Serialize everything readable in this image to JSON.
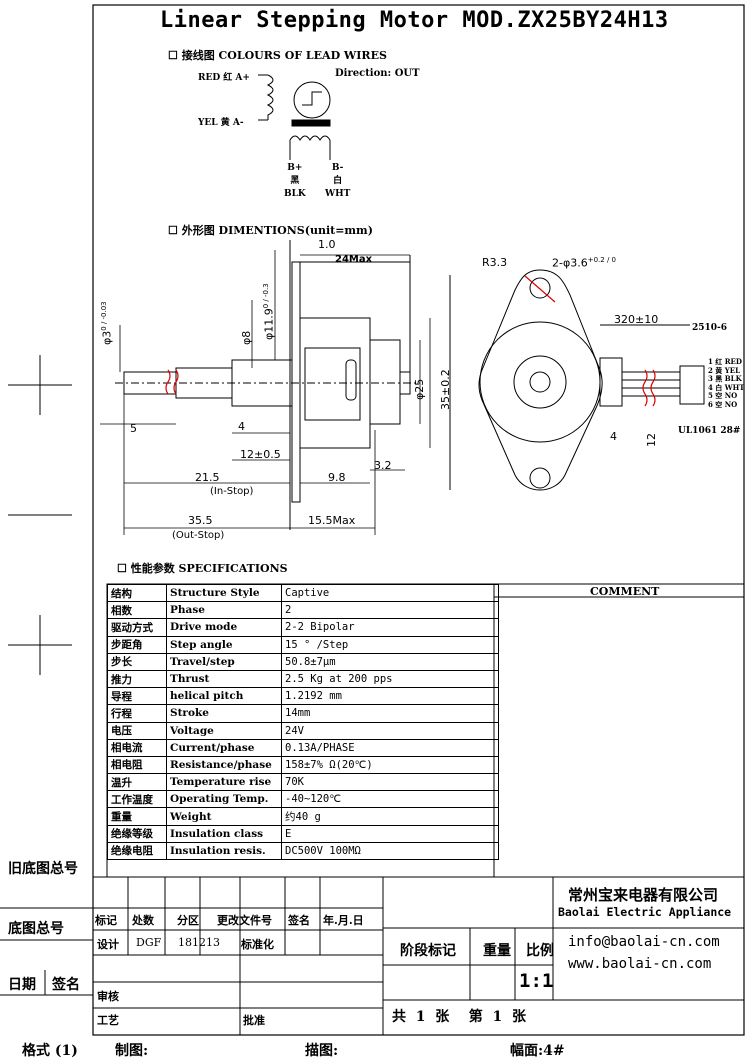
{
  "title": "Linear Stepping Motor MOD.ZX25BY24H13",
  "sections": {
    "wires": "接线图 COLOURS OF LEAD WIRES",
    "dimensions": "外形图 DIMENTIONS(unit=mm)",
    "specs": "性能参数 SPECIFICATIONS"
  },
  "wiring": {
    "red": "RED 红  A+",
    "yel": "YEL 黄  A-",
    "direction": "Direction: OUT",
    "bplus": "B+",
    "bplus_cn": "黑",
    "bplus_en": "BLK",
    "bminus": "B-",
    "bminus_cn": "白",
    "bminus_en": "WHT"
  },
  "dims": {
    "d1": "1.0",
    "d24": "24Max",
    "r33": "R3.3",
    "holes": "2-φ3.6",
    "holes_tol": "+0.2 / 0",
    "len320": "320±10",
    "conn": "2510-6",
    "phi3": "φ3",
    "phi3_tol": "0 / -0.03",
    "phi8": "φ8",
    "phi119": "φ11.9",
    "phi119_tol": "0 / -0.3",
    "phi25": "φ25",
    "h35": "35±0.2",
    "d5": "5",
    "d4": "4",
    "d12": "12±0.5",
    "d215": "21.5",
    "instop": "(In-Stop)",
    "d98": "9.8",
    "d32": "3.2",
    "d355": "35.5",
    "outstop": "(Out-Stop)",
    "d155": "15.5Max",
    "d4b": "4",
    "d12b": "12",
    "ul": "UL1061 28#",
    "pins": [
      "1 红 RED",
      "2 黄 YEL",
      "3 黑 BLK",
      "4 白 WHT",
      "5 空 NO",
      "6 空 NO"
    ]
  },
  "specs": [
    {
      "cn": "结构",
      "en": "Structure Style",
      "val": "Captive"
    },
    {
      "cn": "相数",
      "en": "Phase",
      "val": "2"
    },
    {
      "cn": "驱动方式",
      "en": "Drive mode",
      "val": "2-2 Bipolar"
    },
    {
      "cn": "步距角",
      "en": "Step angle",
      "val": "15 ° /Step"
    },
    {
      "cn": "步长",
      "en": "Travel/step",
      "val": "50.8±7μm"
    },
    {
      "cn": "推力",
      "en": "Thrust",
      "val": "2.5 Kg at 200 pps"
    },
    {
      "cn": "导程",
      "en": "helical pitch",
      "val": "1.2192 mm"
    },
    {
      "cn": "行程",
      "en": "Stroke",
      "val": "14mm"
    },
    {
      "cn": "电压",
      "en": "Voltage",
      "val": "24V"
    },
    {
      "cn": "相电流",
      "en": "Current/phase",
      "val": "0.13A/PHASE"
    },
    {
      "cn": "相电阻",
      "en": "Resistance/phase",
      "val": "158±7% Ω(20℃)"
    },
    {
      "cn": "温升",
      "en": "Temperature rise",
      "val": "70K"
    },
    {
      "cn": "工作温度",
      "en": "Operating Temp.",
      "val": "-40~120℃"
    },
    {
      "cn": "重量",
      "en": "Weight",
      "val": "约40 g"
    },
    {
      "cn": "绝缘等级",
      "en": "Insulation class",
      "val": "E"
    },
    {
      "cn": "绝缘电阻",
      "en": "Insulation resis.",
      "val": "DC500V 100MΩ"
    }
  ],
  "comment": "COMMENT",
  "side": {
    "old": "旧底图总号",
    "base": "底图总号",
    "date": "日期",
    "sign": "签名"
  },
  "block": {
    "h1": "标记",
    "h2": "处数",
    "h3": "分区",
    "h4": "更改文件号",
    "h5": "签名",
    "h6": "年.月.日",
    "design": "设计",
    "designer": "DGF",
    "date": "181213",
    "std": "标准化",
    "review": "审核",
    "craft": "工艺",
    "approve": "批准",
    "stage": "阶段标记",
    "weight": "重量",
    "scale": "比例",
    "scale_val": "1:1",
    "sheets": "共  1  张    第  1  张",
    "company_cn": "常州宝来电器有限公司",
    "company_en": "Baolai Electric Appliance",
    "email": "info@baolai-cn.com",
    "web": "www.baolai-cn.com"
  },
  "footer": {
    "format": "格式 (1)",
    "drawn": "制图:",
    "traced": "描图:",
    "size": "幅面:4#"
  }
}
